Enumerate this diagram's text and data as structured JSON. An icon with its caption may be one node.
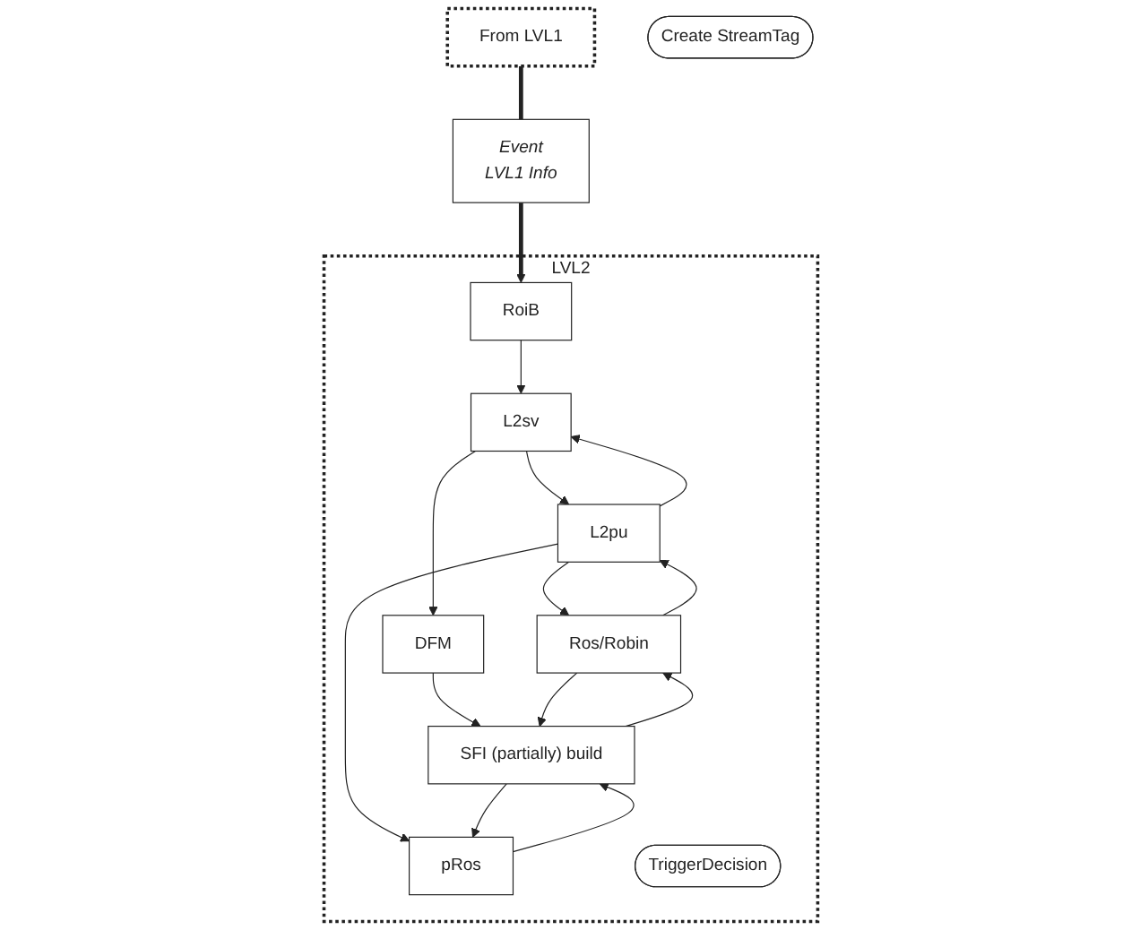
{
  "diagram": {
    "nodes": [
      {
        "text": [
          "From LVL1"
        ]
      },
      {
        "text": [
          "Event",
          "LVL1 Info"
        ]
      },
      {
        "text": [
          "LVL2"
        ]
      },
      {
        "text": [
          "RoiB"
        ],
        "in": 2
      },
      {
        "text": [
          "Ros/Robin"
        ],
        "in": 2
      },
      {
        "text": [
          "pRos"
        ],
        "in": 2
      },
      {
        "text": [
          "L2sv"
        ],
        "in": 2
      },
      {
        "text": [
          "DFM"
        ],
        "in": 2
      },
      {
        "text": [
          "L2pu"
        ],
        "in": 2
      },
      {
        "text": [
          "SFI (partially) build"
        ],
        "in": 2
      },
      {
        "text": [
          "TriggerDecision"
        ],
        "in": 2
      },
      {
        "text": [
          "Create StreamTag"
        ]
      }
    ],
    "edges": [
      {
        "from": 0,
        "to": 1,
        "arrow": "none",
        "style": "thick"
      },
      {
        "from": 1,
        "to": 3,
        "arrow": "to",
        "style": "thick"
      },
      {
        "from": 3,
        "to": 6,
        "arrow": "to"
      },
      {
        "from": 6,
        "to": 8,
        "arrow": "to"
      },
      {
        "from": 8,
        "to": 6,
        "arrow": "to"
      },
      {
        "from": 6,
        "to": 7,
        "arrow": "to"
      },
      {
        "from": 7,
        "to": 9,
        "arrow": "to"
      },
      {
        "from": 8,
        "to": 4,
        "arrow": "to"
      },
      {
        "from": 4,
        "to": 8,
        "arrow": "to"
      },
      {
        "from": 8,
        "to": 5,
        "arrow": "to"
      },
      {
        "from": 9,
        "to": 4,
        "arrow": "to"
      },
      {
        "from": 4,
        "to": 9,
        "arrow": "to"
      },
      {
        "from": 5,
        "to": 9,
        "arrow": "to"
      },
      {
        "from": 9,
        "to": 5,
        "arrow": "to"
      }
    ]
  }
}
